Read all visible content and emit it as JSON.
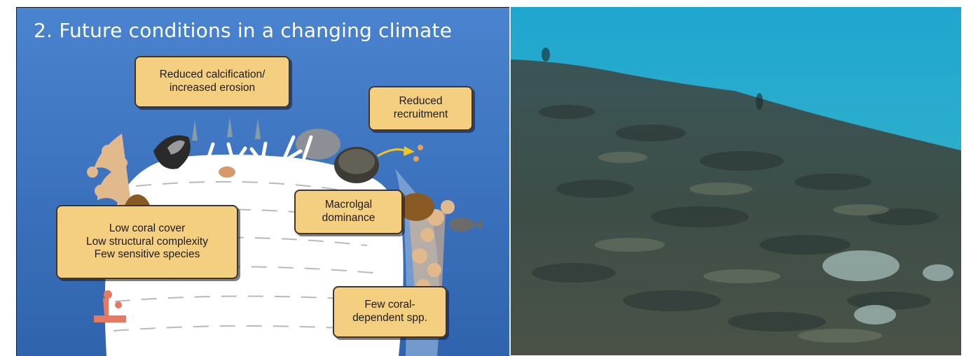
{
  "slide": {
    "title": "2. Future conditions in a changing climate"
  },
  "diagram": {
    "labels": {
      "calcification": [
        "Reduced calcification/",
        "increased erosion"
      ],
      "recruitment": [
        "Reduced",
        "recruitment"
      ],
      "macroalgal": [
        "Macrolgal",
        "dominance"
      ],
      "coral_cover": [
        "Low coral cover",
        "Low structural complexity",
        "Few sensitive species"
      ],
      "coral_dependent": [
        "Few coral-",
        "dependent spp."
      ]
    }
  },
  "photo": {
    "subject": "degraded coral rubble reef underwater"
  },
  "colors": {
    "diagram_background": "#3f78c3",
    "label_fill": "#f5cf80",
    "reef_mound": "#ffffff",
    "water_surface": "#2aa7c9",
    "rubble": "#3e4f4a"
  }
}
